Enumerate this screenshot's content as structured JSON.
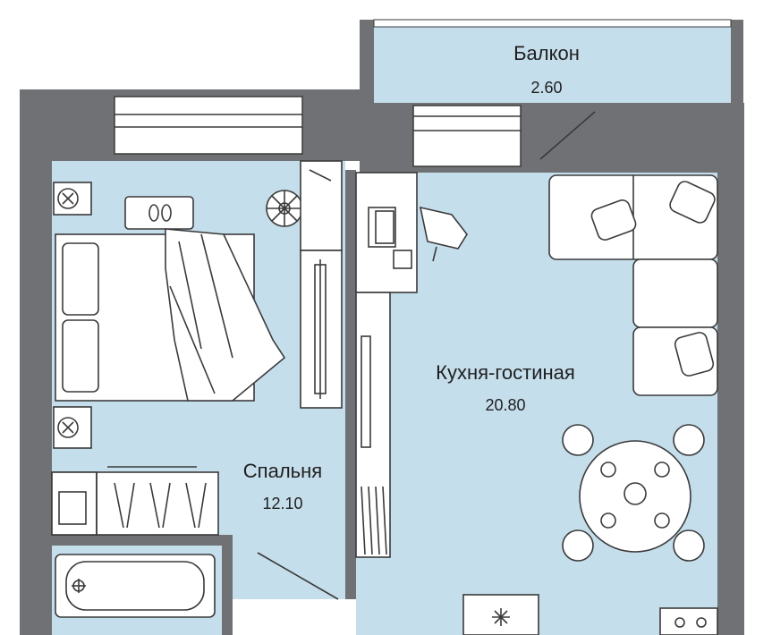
{
  "rooms": {
    "balcony": {
      "name": "Балкон",
      "area": "2.60"
    },
    "kitchen": {
      "name": "Кухня-гостиная",
      "area": "20.80"
    },
    "bedroom": {
      "name": "Спальня",
      "area": "12.10"
    }
  },
  "colors": {
    "wall": "#707174",
    "floor": "#c5deeb",
    "window_frame": "#ffffff",
    "line": "#3a3a3a"
  },
  "icons": {
    "air_conditioner": "ac-unit-icon",
    "slippers": "slippers-icon",
    "plant": "plant-icon",
    "laptop": "laptop-icon",
    "chair": "office-chair-icon",
    "pillow": "pillow-icon",
    "fridge": "snowflake-icon"
  }
}
